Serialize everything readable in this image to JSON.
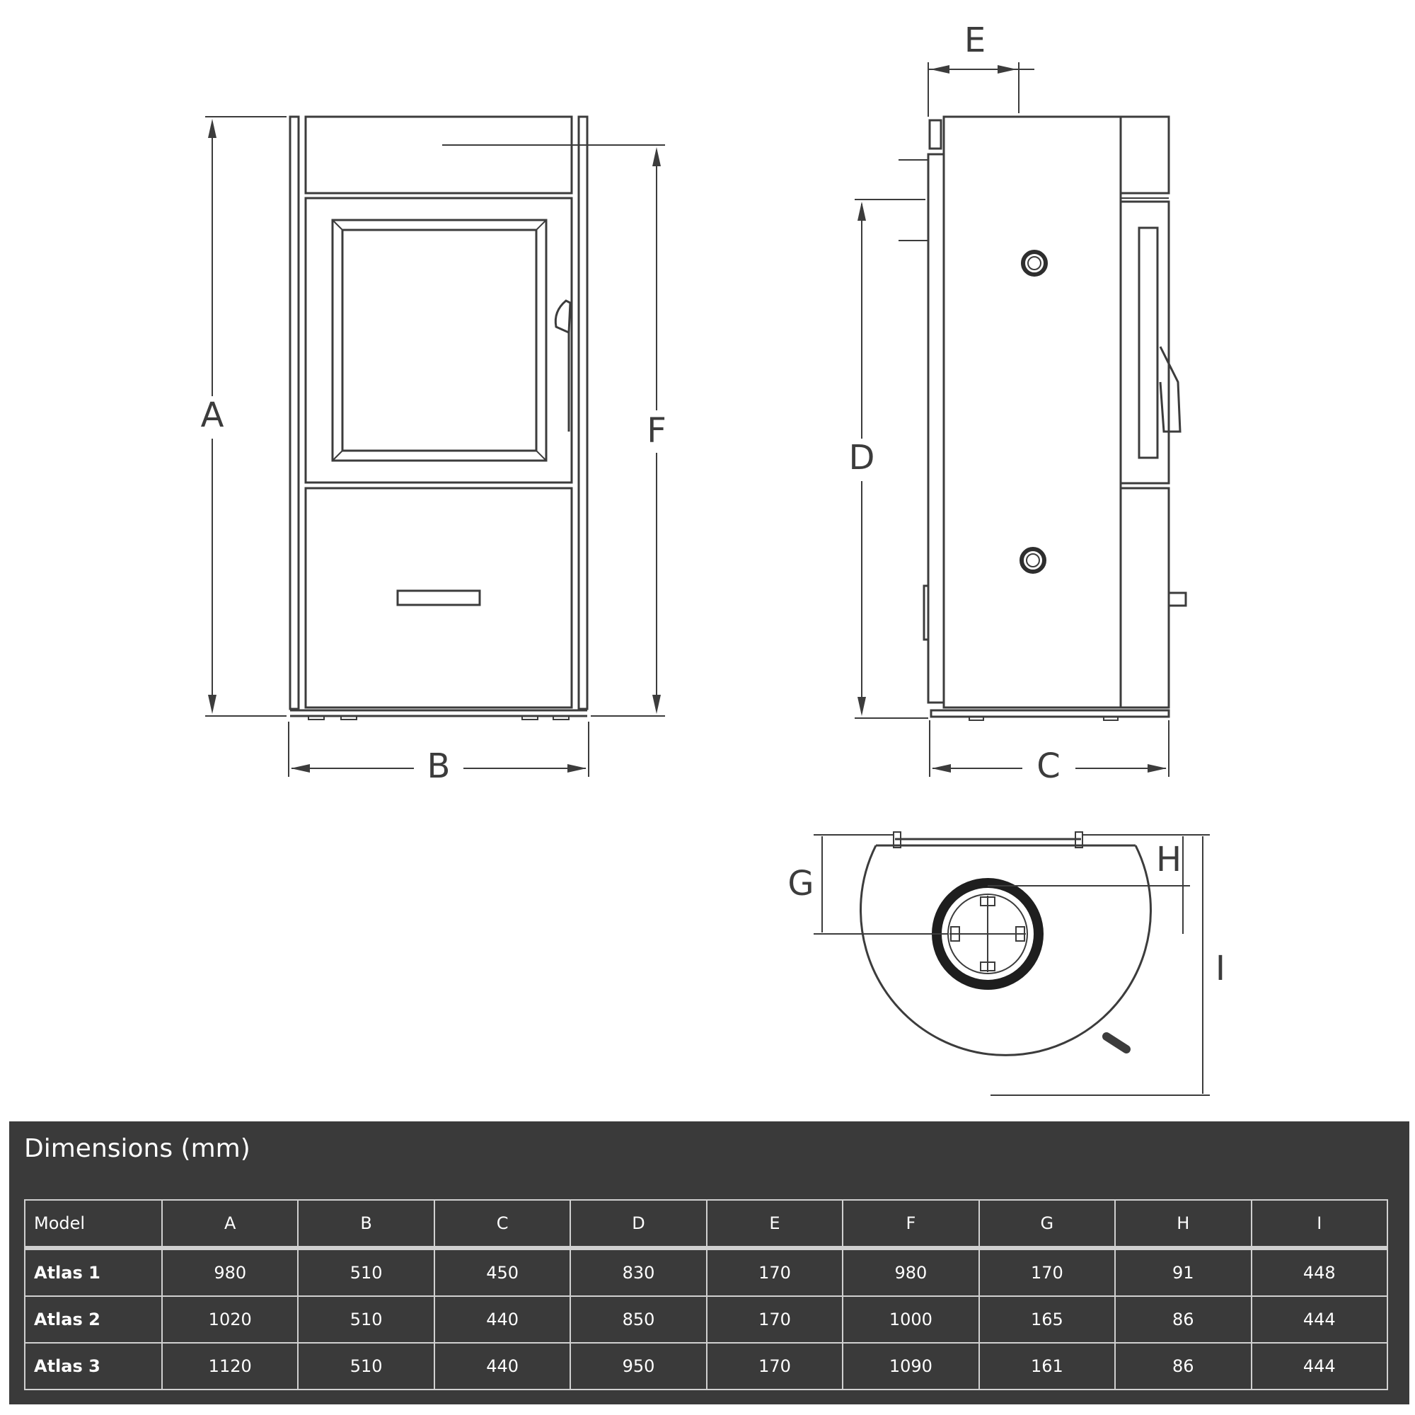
{
  "drawing": {
    "labels": {
      "a": "A",
      "b": "B",
      "c": "C",
      "d": "D",
      "e": "E",
      "f": "F",
      "g": "G",
      "h": "H",
      "i": "I"
    }
  },
  "table": {
    "title": "Dimensions (mm)",
    "headers": [
      "Model",
      "A",
      "B",
      "C",
      "D",
      "E",
      "F",
      "G",
      "H",
      "I"
    ],
    "rows": [
      [
        "Atlas 1",
        "980",
        "510",
        "450",
        "830",
        "170",
        "980",
        "170",
        "91",
        "448"
      ],
      [
        "Atlas 2",
        "1020",
        "510",
        "440",
        "850",
        "170",
        "1000",
        "165",
        "86",
        "444"
      ],
      [
        "Atlas 3",
        "1120",
        "510",
        "440",
        "950",
        "170",
        "1090",
        "161",
        "86",
        "444"
      ]
    ]
  }
}
